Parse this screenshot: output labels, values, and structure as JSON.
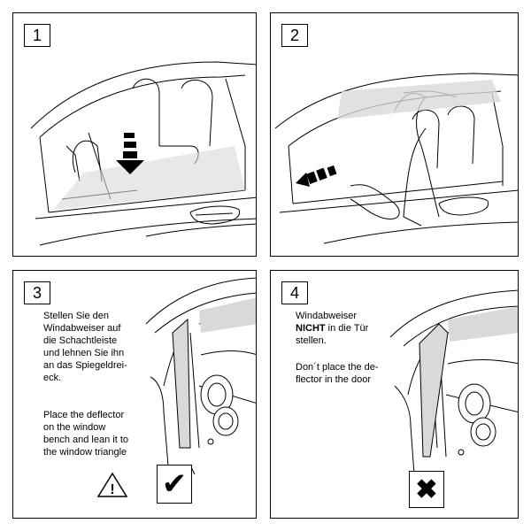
{
  "steps": [
    {
      "number": "1"
    },
    {
      "number": "2"
    },
    {
      "number": "3",
      "text_de": "Stellen Sie den Windabweiser auf die Schachtleiste und lehnen Sie ihn an das Spiegeldrei-eck.",
      "text_de_lines": [
        "Stellen Sie den",
        "Windabweiser auf",
        "die Schachtleiste",
        "und lehnen Sie ihn",
        "an das Spiegeldrei-",
        "eck."
      ],
      "text_en_lines": [
        "Place the deflector",
        "on the window",
        "bench and lean it to",
        "the window triangle"
      ],
      "warning_symbol": "!",
      "result_symbol": "✔"
    },
    {
      "number": "4",
      "text_de_lines": [
        "Windabweiser"
      ],
      "text_de_bold": "NICHT",
      "text_de_after_bold": " in die Tür",
      "text_de_line3": "stellen.",
      "text_en_lines": [
        "Don´t place the de-",
        "flector in the door"
      ],
      "result_symbol": "✖"
    }
  ],
  "icons": {
    "arrow_down": "arrow-down-icon",
    "arrow_left": "arrow-left-icon",
    "warning": "warning-triangle-icon",
    "check": "check-icon",
    "cross": "cross-icon"
  }
}
